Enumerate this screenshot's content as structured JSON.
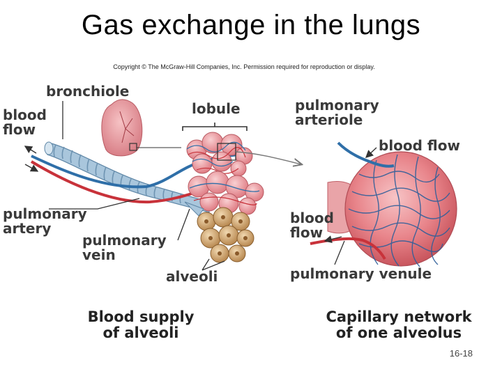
{
  "title": "Gas exchange in the lungs",
  "copyright": "Copyright © The McGraw-Hill Companies, Inc. Permission required for reproduction or display.",
  "left_panel": {
    "labels": {
      "bronchiole": "bronchiole",
      "blood_flow_line1": "blood",
      "blood_flow_line2": "flow",
      "lobule": "lobule",
      "pulmonary_artery_line1": "pulmonary",
      "pulmonary_artery_line2": "artery",
      "pulmonary_vein_line1": "pulmonary",
      "pulmonary_vein_line2": "vein",
      "alveoli": "alveoli"
    },
    "caption_line1": "Blood supply",
    "caption_line2": "of alveoli"
  },
  "right_panel": {
    "labels": {
      "pulmonary_arteriole_line1": "pulmonary",
      "pulmonary_arteriole_line2": "arteriole",
      "blood_flow_top": "blood flow",
      "blood_flow_line1": "blood",
      "blood_flow_line2": "flow",
      "pulmonary_venule": "pulmonary venule"
    },
    "caption_line1": "Capillary network",
    "caption_line2": "of one alveolus"
  },
  "slide_number": "16-18",
  "colors": {
    "artery_blue": "#2f6fa8",
    "vein_red": "#c8323a",
    "alveolus_pink": "#e8848a",
    "bronchiole_blue": "#7aa6c6",
    "alveoli_tan": "#c9a06a"
  }
}
